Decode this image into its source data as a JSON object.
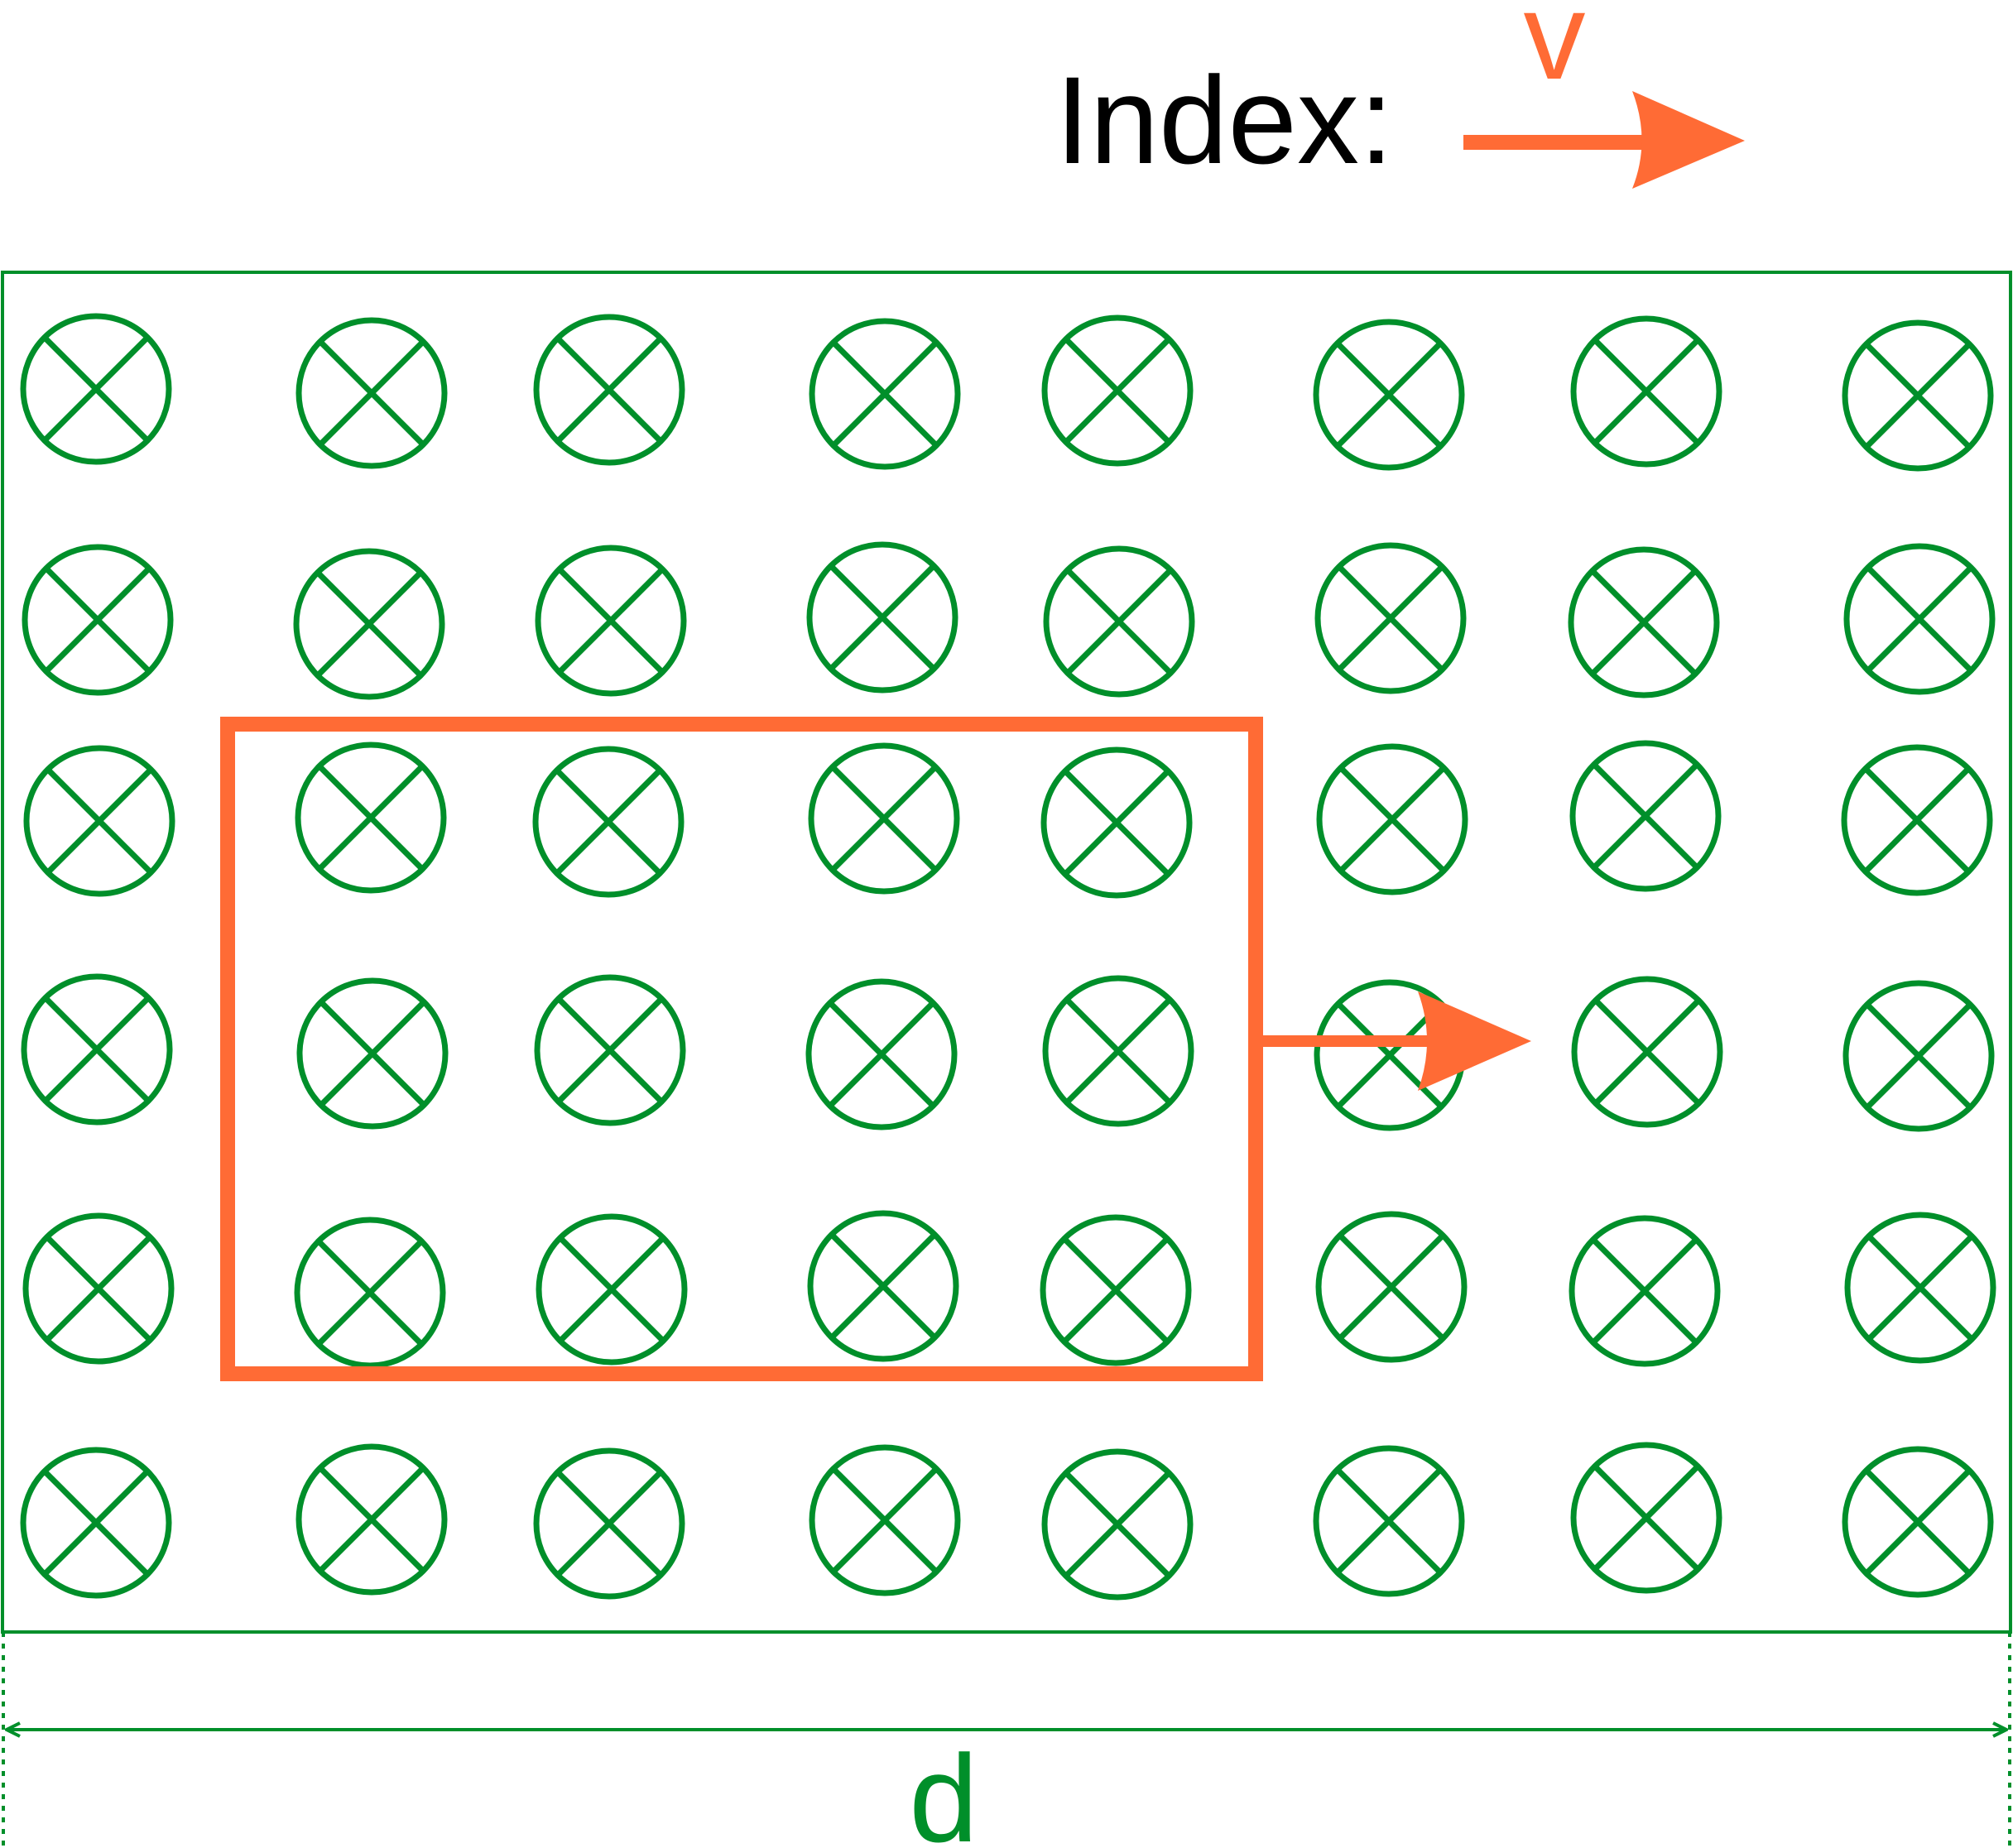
{
  "legend": {
    "label": "Index:",
    "velocity_symbol": "v"
  },
  "dimension": {
    "label": "d"
  },
  "field": {
    "symbol": "cross-in-circle-icon",
    "rows": 6,
    "columns": 8
  },
  "loop": {
    "motion": "right"
  },
  "colors": {
    "field": "#008f2a",
    "loop": "#ff6b35",
    "text": "#000000"
  }
}
